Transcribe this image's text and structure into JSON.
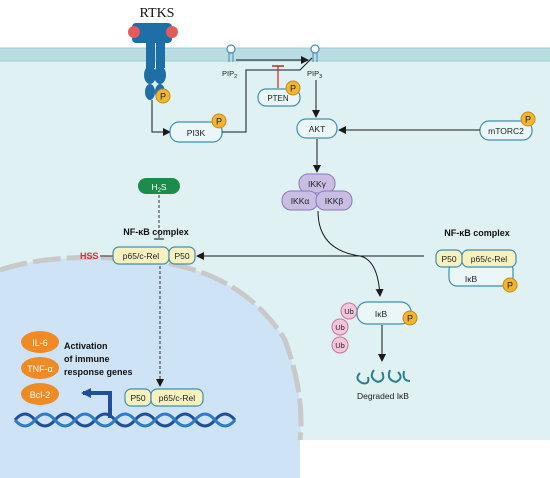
{
  "title": "RTKS",
  "nodes": {
    "pi3k": "PI3K",
    "pip2": "PIP",
    "pip2_sub": "2",
    "pip3": "PIP",
    "pip3_sub": "3",
    "pten": "PTEN",
    "akt": "AKT",
    "mtorc2": "mTORC2",
    "ikk_gamma": "IKKγ",
    "ikk_alpha": "IKKα",
    "ikk_beta": "IKKβ",
    "h2s": "H",
    "h2s_sub": "2",
    "h2s_tail": "S",
    "hss": "HSS",
    "nfkb_left_title": "NF-κB complex",
    "nfkb_right_title": "NF-κB complex",
    "p65_left": "p65/c-Rel",
    "p50_left": "P50",
    "p50_right": "P50",
    "p65_right": "p65/c-Rel",
    "ikb_right": "IκB",
    "ub1": "Ub",
    "ub2": "Ub",
    "ub3": "Ub",
    "ikb_mid": "IκB",
    "degraded": "Degraded IκB",
    "p50_nuc": "P50",
    "p65_nuc": "p65/c-Rel",
    "il6": "IL-6",
    "tnfa": "TNF-α",
    "bcl2": "Bcl-2",
    "activation_1": "Activation",
    "activation_2": "of immune",
    "activation_3": "response genes",
    "phospho": "P"
  },
  "colors": {
    "cell_bg": "#dff1f2",
    "membrane": "#b9dde2",
    "nucleus": "#cfe3f6",
    "box_border": "#3e8fb0",
    "phospho": "#f2b531",
    "ikk": "#c9bde3",
    "green": "#1c8c4a",
    "ub": "#f4c7dc",
    "orange": "#f08a24",
    "dna": "#1f4f9a",
    "inhibit": "#c0392b"
  },
  "icons": [
    "receptor-icon",
    "phosphate-icon",
    "ubiquitin-icon",
    "dna-helix-icon",
    "degraded-protein-icon"
  ]
}
